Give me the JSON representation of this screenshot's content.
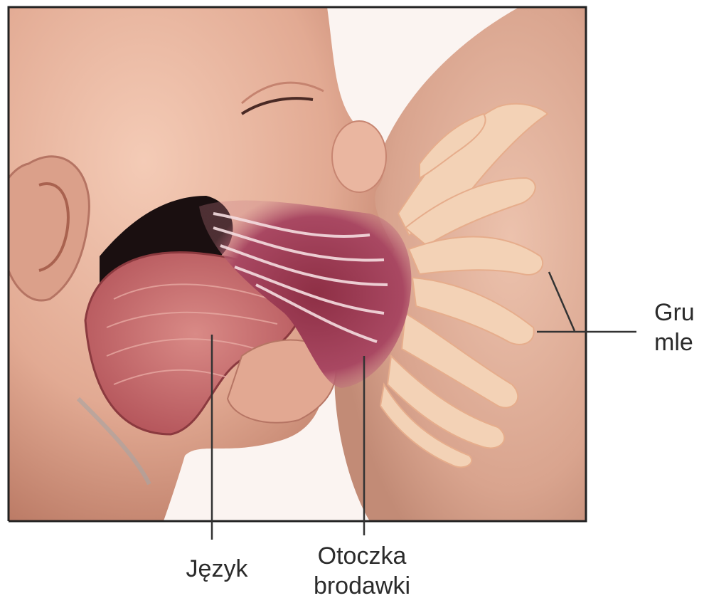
{
  "labels": {
    "tongue": "Język",
    "areola_line1": "Otoczka",
    "areola_line2": "brodawki",
    "glands_line1": "Gru",
    "glands_line2": "mle"
  },
  "colors": {
    "skin": "#e9b9a3",
    "skin_shadow": "#c98a74",
    "breast": "#deb09c",
    "tongue": "#c96b6b",
    "areola": "#a63f55",
    "mouth_cavity": "#1a0f10",
    "gland": "#f3d2b6",
    "frame": "#222222"
  }
}
